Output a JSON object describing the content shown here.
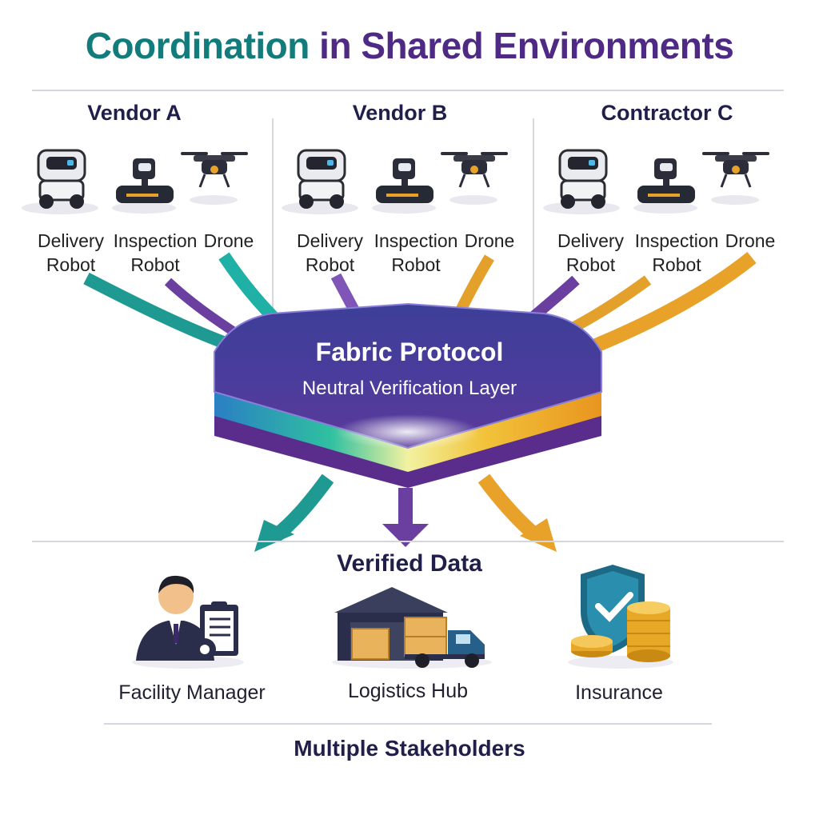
{
  "title": {
    "part1": "Coordination",
    "part2": "in Shared Environments"
  },
  "vendors": [
    {
      "name": "Vendor A",
      "robots": [
        {
          "line1": "Delivery",
          "line2": "Robot"
        },
        {
          "line1": "Inspection",
          "line2": "Robot"
        },
        {
          "line1": "Drone",
          "line2": ""
        }
      ]
    },
    {
      "name": "Vendor B",
      "robots": [
        {
          "line1": "Delivery",
          "line2": "Robot"
        },
        {
          "line1": "Inspection",
          "line2": "Robot"
        },
        {
          "line1": "Drone",
          "line2": ""
        }
      ]
    },
    {
      "name": "Contractor C",
      "robots": [
        {
          "line1": "Delivery",
          "line2": "Robot"
        },
        {
          "line1": "Inspection",
          "line2": "Robot"
        },
        {
          "line1": "Drone",
          "line2": ""
        }
      ]
    }
  ],
  "protocol": {
    "title": "Fabric Protocol",
    "subtitle": "Neutral Verification Layer"
  },
  "verified_label": "Verified Data",
  "stakeholders": [
    {
      "label": "Facility Manager",
      "icon": "facility-manager-icon"
    },
    {
      "label": "Logistics Hub",
      "icon": "warehouse-truck-icon"
    },
    {
      "label": "Insurance",
      "icon": "shield-coins-icon"
    }
  ],
  "footer": "Multiple Stakeholders",
  "colors": {
    "teal": "#127c7c",
    "purple": "#4e2a84",
    "orange": "#e8a22a",
    "navy": "#1f1f4a"
  }
}
